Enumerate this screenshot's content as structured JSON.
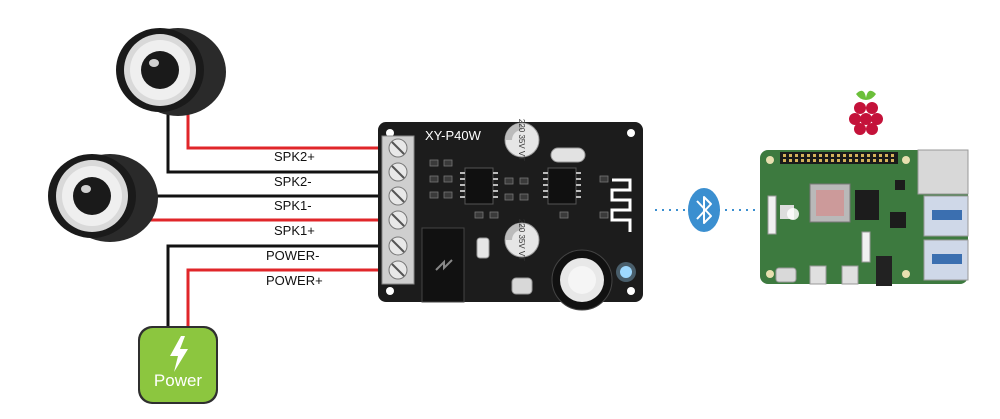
{
  "board": {
    "model": "XY-P40W",
    "cap_top": "220 35V VT",
    "cap_bottom": "220 35V VT"
  },
  "wires": {
    "spk2_plus": "SPK2+",
    "spk2_minus": "SPK2-",
    "spk1_minus": "SPK1-",
    "spk1_plus": "SPK1+",
    "power_minus": "POWER-",
    "power_plus": "POWER+"
  },
  "power": {
    "label": "Power",
    "icon": "lightning-icon"
  },
  "bluetooth": {
    "icon": "bluetooth-icon"
  },
  "raspberry": {
    "icon": "raspberry-logo"
  },
  "colors": {
    "board": "#1c1c1c",
    "pi_board": "#3d7a3f",
    "wire_red": "#e0262a",
    "wire_black": "#111111",
    "power_box": "#8cc63f",
    "bluetooth": "#3b8fd0",
    "link_dots": "#3b8fd0"
  }
}
